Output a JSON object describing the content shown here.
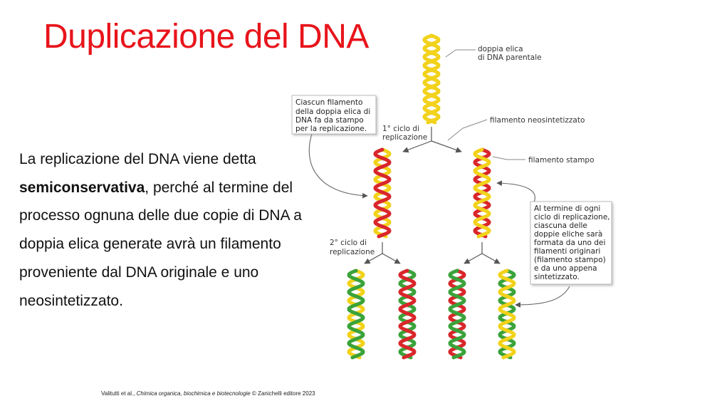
{
  "slide": {
    "title": "Duplicazione del DNA",
    "body_pre": "La replicazione del DNA viene detta ",
    "body_bold": "semiconservativa",
    "body_post": ", perché al termine del processo ognuna delle due copie di DNA a doppia elica generate avrà un filamento proveniente dal DNA originale e uno neosintetizzato.",
    "credit_pre": "Valitutti et al., ",
    "credit_italic": "Chimica organica, biochimica e biotecnologie",
    "credit_post": " © Zanichelli editore 2023"
  },
  "diagram": {
    "label_parental": [
      "doppia elica",
      "di DNA parentale"
    ],
    "label_new_strand": "filamento neosintetizzato",
    "label_template": "filamento stampo",
    "cycle1": [
      "1° ciclo di",
      "replicazione"
    ],
    "cycle2": [
      "2° ciclo di",
      "replicazione"
    ],
    "box_left": [
      "Ciascun filamento",
      "della doppia elica di",
      "DNA fa da stampo",
      "per la replicazione."
    ],
    "box_right": [
      "Al termine di ogni",
      "ciclo di replicazione,",
      "ciascuna delle",
      "doppie eliche sarà",
      "formata da uno dei",
      "filamenti originari",
      "(filamento stampo)",
      "e da uno appena",
      "sintetizzato."
    ],
    "colors": {
      "title": "#e8141b",
      "parental_strand": "#f2d21a",
      "new_strand_gen1": "#d9262b",
      "new_strand_gen2": "#3aa33a",
      "arrow": "#555555"
    }
  }
}
